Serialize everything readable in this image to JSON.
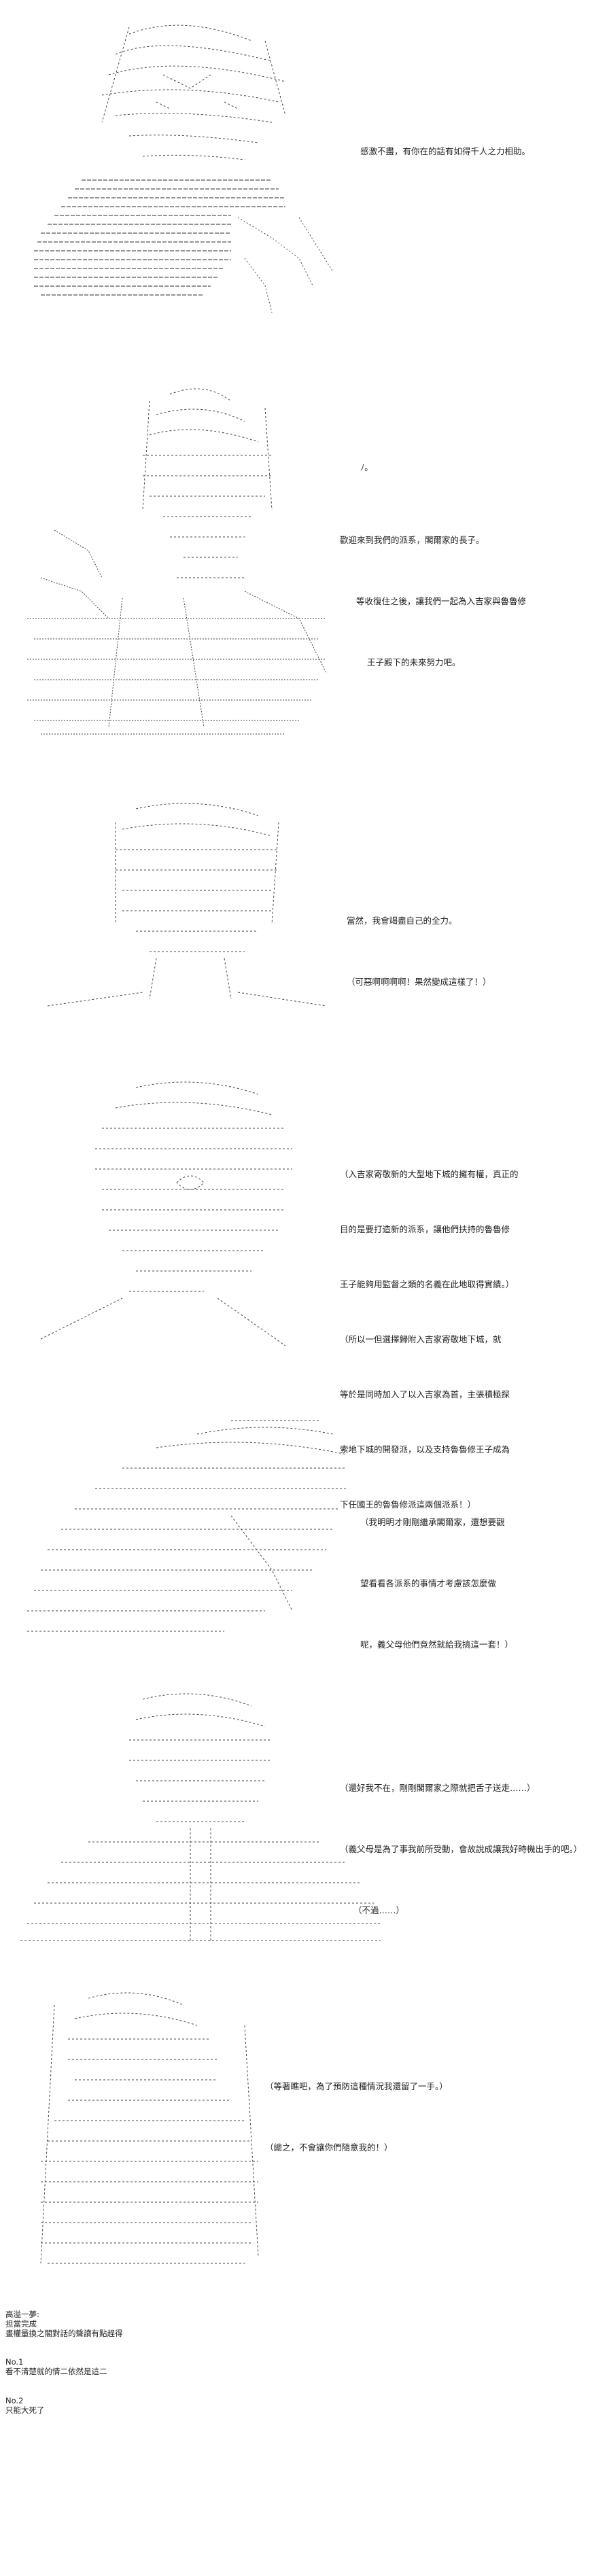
{
  "panels": [
    {
      "id": "p1",
      "lines": [
        "感激不盡，有你在的話有如得千人之力相助。"
      ]
    },
    {
      "id": "p2",
      "side": "ﾉ。",
      "lines": [
        "歡迎來到我們的派系，閣爾家的長子。",
        "等收復住之後，讓我們一起為入吉家與魯魯修",
        "王子殿下的未來努力吧。"
      ]
    },
    {
      "id": "p3",
      "lines": [
        "當然，我會竭盡自己的全力。",
        "（可惡啊啊啊啊！果然變成這樣了！）"
      ]
    },
    {
      "id": "p4",
      "lines": [
        "（入吉家寄敬新的大型地下城的擁有權，真正的",
        "目的是要打造新的派系，讓他們扶持的魯魯修",
        "王子能夠用監督之類的名義在此地取得實績。）",
        "（所以一但選擇歸附入吉家寄敬地下城，就",
        "等於是同時加入了以入吉家為首，主張積極探",
        "索地下城的開發派，以及支持魯魯修王子成為",
        "下任國王的魯魯修派這兩個派系！）"
      ]
    },
    {
      "id": "p5",
      "lines": [
        "（我明明才剛剛繼承閣爾家，還想要觀",
        "望看看各派系的事情才考慮該怎麼做",
        "呢，義父母他們竟然就給我搞這一套！）"
      ]
    },
    {
      "id": "p6",
      "lines": [
        "（還好我不在，剛剛閣爾家之際就把舌子送走……）",
        "（義父母是為了事我前所受動，會故說成讓我好時機出手的吧。）",
        "（不過……）"
      ]
    },
    {
      "id": "p7",
      "lines": [
        "（等著瞧吧，為了預防這種情況我還留了一手。）",
        "（總之，不會讓你們隨意我的！）"
      ]
    }
  ],
  "notes": [
    {
      "lines": [
        "高溢一夢:",
        "担當完成",
        "畫權量換之閣對話的聲讀有點趕得"
      ]
    },
    {
      "lines": [
        "No.1",
        "看不清楚就的情二依然是這二"
      ]
    },
    {
      "lines": [
        "No.2",
        "只能大死了"
      ]
    }
  ]
}
